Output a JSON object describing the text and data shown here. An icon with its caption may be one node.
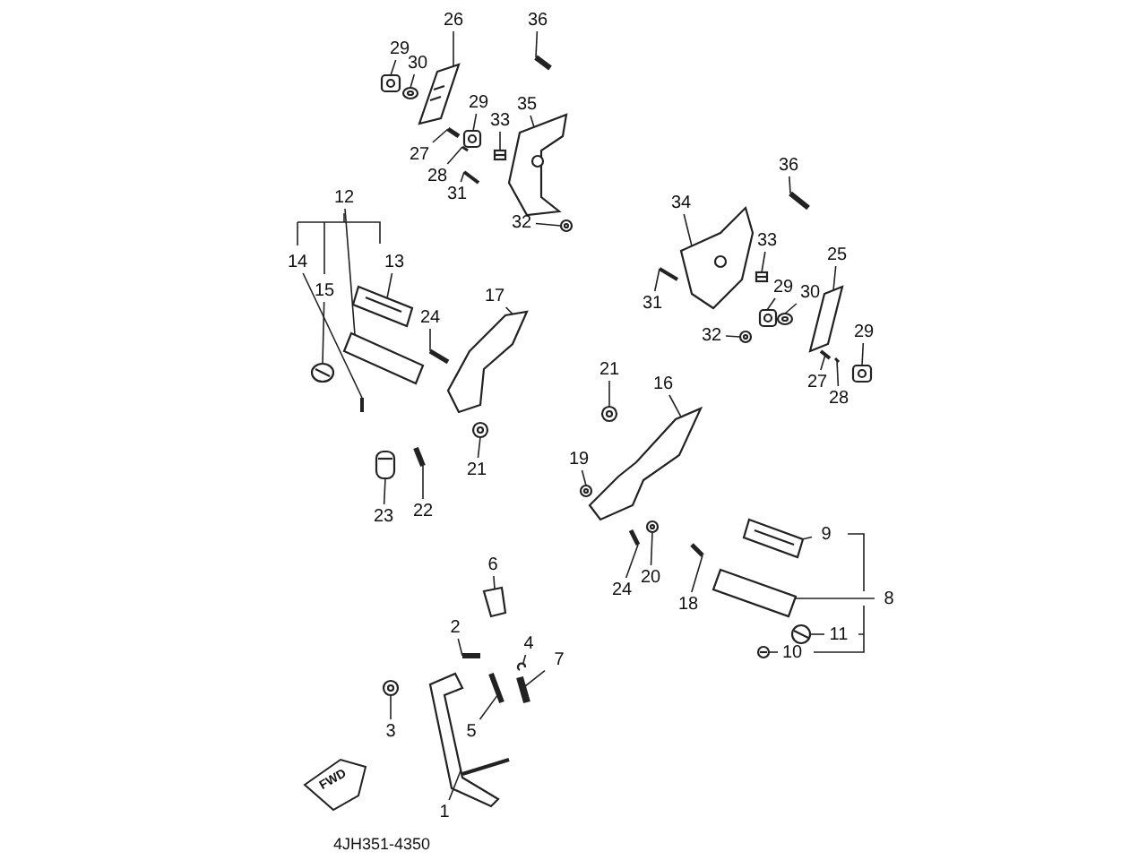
{
  "diagram": {
    "nodes": [
      {
        "text": [
          "26"
        ]
      },
      {
        "text": [
          "36"
        ]
      },
      {
        "text": [
          "29"
        ]
      },
      {
        "text": [
          "30"
        ]
      },
      {
        "text": [
          "35"
        ]
      },
      {
        "text": [
          "29"
        ]
      },
      {
        "text": [
          "33"
        ]
      },
      {
        "text": [
          "27"
        ]
      },
      {
        "text": [
          "28"
        ]
      },
      {
        "text": [
          "31"
        ]
      },
      {
        "text": [
          "32"
        ]
      },
      {
        "text": [
          "36"
        ]
      },
      {
        "text": [
          "34"
        ]
      },
      {
        "text": [
          "33"
        ]
      },
      {
        "text": [
          "25"
        ]
      },
      {
        "text": [
          "31"
        ]
      },
      {
        "text": [
          "29"
        ]
      },
      {
        "text": [
          "30"
        ]
      },
      {
        "text": [
          "32"
        ]
      },
      {
        "text": [
          "29"
        ]
      },
      {
        "text": [
          "27"
        ]
      },
      {
        "text": [
          "28"
        ]
      },
      {
        "text": [
          "12"
        ]
      },
      {
        "text": [
          "14"
        ]
      },
      {
        "text": [
          "15"
        ]
      },
      {
        "text": [
          "13"
        ]
      },
      {
        "text": [
          "17"
        ]
      },
      {
        "text": [
          "24"
        ]
      },
      {
        "text": [
          "21"
        ]
      },
      {
        "text": [
          "23"
        ]
      },
      {
        "text": [
          "22"
        ]
      },
      {
        "text": [
          "21"
        ]
      },
      {
        "text": [
          "16"
        ]
      },
      {
        "text": [
          "19"
        ]
      },
      {
        "text": [
          "9"
        ]
      },
      {
        "text": [
          "8"
        ]
      },
      {
        "text": [
          "24"
        ]
      },
      {
        "text": [
          "20"
        ]
      },
      {
        "text": [
          "18"
        ]
      },
      {
        "text": [
          "11"
        ]
      },
      {
        "text": [
          "10"
        ]
      },
      {
        "text": [
          "6"
        ]
      },
      {
        "text": [
          "2"
        ]
      },
      {
        "text": [
          "4"
        ]
      },
      {
        "text": [
          "7"
        ]
      },
      {
        "text": [
          "5"
        ]
      },
      {
        "text": [
          "3"
        ]
      },
      {
        "text": [
          "1"
        ]
      },
      {
        "text": [],
        "shape": "picture"
      },
      {
        "text": [],
        "shape": "picture"
      },
      {
        "text": [],
        "shape": "picture"
      },
      {
        "text": [],
        "shape": "picture"
      },
      {
        "text": [],
        "shape": "picture"
      },
      {
        "text": [],
        "shape": "picture"
      },
      {
        "text": [],
        "shape": "picture"
      },
      {
        "text": [],
        "shape": "picture"
      },
      {
        "text": [],
        "shape": "picture"
      },
      {
        "text": [],
        "shape": "picture"
      },
      {
        "text": [],
        "shape": "picture"
      },
      {
        "text": [],
        "shape": "picture"
      },
      {
        "text": [],
        "shape": "picture"
      },
      {
        "text": [],
        "shape": "picture"
      },
      {
        "text": [],
        "shape": "picture"
      },
      {
        "text": [],
        "shape": "picture"
      },
      {
        "text": [],
        "shape": "picture"
      },
      {
        "text": [],
        "shape": "picture"
      },
      {
        "text": [],
        "shape": "picture"
      },
      {
        "text": [],
        "shape": "picture"
      },
      {
        "text": [],
        "shape": "picture"
      },
      {
        "text": [],
        "shape": "picture"
      },
      {
        "text": [],
        "shape": "picture"
      },
      {
        "text": [],
        "shape": "picture"
      },
      {
        "text": [],
        "shape": "picture"
      },
      {
        "text": [],
        "shape": "picture"
      },
      {
        "text": [],
        "shape": "picture"
      },
      {
        "text": [],
        "shape": "picture"
      },
      {
        "text": [],
        "shape": "picture"
      },
      {
        "text": [],
        "shape": "picture"
      },
      {
        "text": [],
        "shape": "picture"
      },
      {
        "text": [],
        "shape": "picture"
      },
      {
        "text": [],
        "shape": "picture"
      },
      {
        "text": [],
        "shape": "picture"
      },
      {
        "text": [],
        "shape": "picture"
      },
      {
        "text": [],
        "shape": "picture"
      },
      {
        "text": [],
        "shape": "picture"
      },
      {
        "text": [],
        "shape": "picture"
      },
      {
        "text": [],
        "shape": "picture"
      },
      {
        "text": [],
        "shape": "picture"
      },
      {
        "text": [],
        "shape": "picture"
      },
      {
        "text": [],
        "shape": "picture"
      },
      {
        "text": [],
        "shape": "picture"
      },
      {
        "text": [],
        "shape": "picture"
      },
      {
        "text": [],
        "shape": "picture"
      },
      {
        "text": [],
        "shape": "picture"
      },
      {
        "text": [],
        "shape": "picture"
      },
      {
        "text": [],
        "shape": "picture"
      }
    ],
    "edges": [
      {
        "from": 0,
        "to": 48,
        "arrow": "none"
      },
      {
        "from": 1,
        "to": 49,
        "arrow": "none"
      },
      {
        "from": 2,
        "to": 50,
        "arrow": "none"
      },
      {
        "from": 3,
        "to": 51,
        "arrow": "none"
      },
      {
        "from": 4,
        "to": 52,
        "arrow": "none"
      },
      {
        "from": 5,
        "to": 53,
        "arrow": "none"
      },
      {
        "from": 6,
        "to": 54,
        "arrow": "none"
      },
      {
        "from": 7,
        "to": 55,
        "arrow": "none"
      },
      {
        "from": 8,
        "to": 56,
        "arrow": "none"
      },
      {
        "from": 9,
        "to": 57,
        "arrow": "none"
      },
      {
        "from": 10,
        "to": 58,
        "arrow": "none"
      },
      {
        "from": 11,
        "to": 59,
        "arrow": "none"
      },
      {
        "from": 12,
        "to": 60,
        "arrow": "none"
      },
      {
        "from": 13,
        "to": 61,
        "arrow": "none"
      },
      {
        "from": 14,
        "to": 62,
        "arrow": "none"
      },
      {
        "from": 15,
        "to": 63,
        "arrow": "none"
      },
      {
        "from": 16,
        "to": 64,
        "arrow": "none"
      },
      {
        "from": 17,
        "to": 65,
        "arrow": "none"
      },
      {
        "from": 18,
        "to": 66,
        "arrow": "none"
      },
      {
        "from": 19,
        "to": 67,
        "arrow": "none"
      },
      {
        "from": 20,
        "to": 68,
        "arrow": "none"
      },
      {
        "from": 21,
        "to": 69,
        "arrow": "none"
      },
      {
        "from": 22,
        "to": 70,
        "arrow": "none"
      },
      {
        "from": 23,
        "to": 71,
        "arrow": "none"
      },
      {
        "from": 24,
        "to": 72,
        "arrow": "none"
      },
      {
        "from": 25,
        "to": 73,
        "arrow": "none"
      },
      {
        "from": 26,
        "to": 74,
        "arrow": "none"
      },
      {
        "from": 27,
        "to": 75,
        "arrow": "none"
      },
      {
        "from": 28,
        "to": 76,
        "arrow": "none"
      },
      {
        "from": 29,
        "to": 77,
        "arrow": "none"
      },
      {
        "from": 30,
        "to": 78,
        "arrow": "none"
      },
      {
        "from": 31,
        "to": 79,
        "arrow": "none"
      },
      {
        "from": 32,
        "to": 80,
        "arrow": "none"
      },
      {
        "from": 33,
        "to": 81,
        "arrow": "none"
      },
      {
        "from": 34,
        "to": 82,
        "arrow": "none"
      },
      {
        "from": 35,
        "to": 83,
        "arrow": "none"
      },
      {
        "from": 36,
        "to": 84,
        "arrow": "none"
      },
      {
        "from": 37,
        "to": 85,
        "arrow": "none"
      },
      {
        "from": 38,
        "to": 86,
        "arrow": "none"
      },
      {
        "from": 39,
        "to": 87,
        "arrow": "none"
      },
      {
        "from": 40,
        "to": 88,
        "arrow": "none"
      },
      {
        "from": 41,
        "to": 89,
        "arrow": "none"
      },
      {
        "from": 42,
        "to": 90,
        "arrow": "none"
      },
      {
        "from": 43,
        "to": 91,
        "arrow": "none"
      },
      {
        "from": 44,
        "to": 92,
        "arrow": "none"
      },
      {
        "from": 45,
        "to": 93,
        "arrow": "none"
      },
      {
        "from": 46,
        "to": 94,
        "arrow": "none"
      },
      {
        "from": 47,
        "to": 95,
        "arrow": "none"
      }
    ],
    "labels": [
      "FWD",
      "4JH351-4350"
    ]
  }
}
